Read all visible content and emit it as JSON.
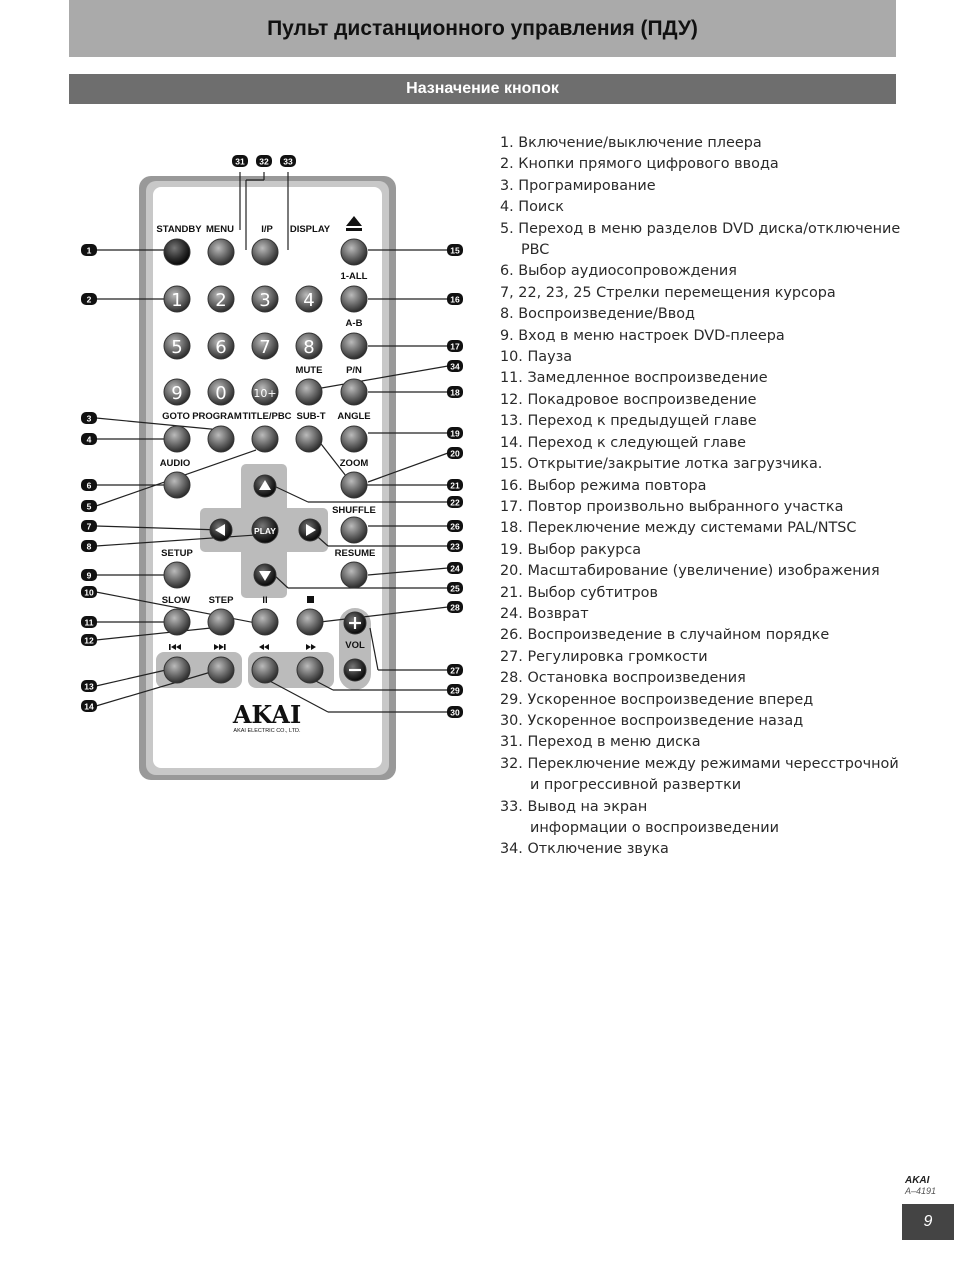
{
  "header": {
    "title": "Пульт дистанционного управления (ПДУ)",
    "subtitle": "Назначение кнопок"
  },
  "remote": {
    "brand": "AKAI",
    "brand_sub": "AKAI ELECTRIC CO., LTD.",
    "labels": {
      "standby": "STANDBY",
      "menu": "MENU",
      "ip": "I/P",
      "display": "DISPLAY",
      "one_all": "1-ALL",
      "ab": "A-B",
      "mute": "MUTE",
      "pn": "P/N",
      "goto": "GOTO",
      "program": "PROGRAM",
      "title_pbc": "TITLE/PBC",
      "subt": "SUB-T",
      "angle": "ANGLE",
      "audio": "AUDIO",
      "zoom": "ZOOM",
      "shuffle": "SHUFFLE",
      "setup": "SETUP",
      "resume": "RESUME",
      "slow": "SLOW",
      "step": "STEP",
      "pause": "II",
      "vol": "VOL",
      "play": "PLAY"
    },
    "digits": [
      "1",
      "2",
      "3",
      "4",
      "5",
      "6",
      "7",
      "8",
      "9",
      "0",
      "10+"
    ],
    "callouts": [
      "1",
      "2",
      "3",
      "4",
      "5",
      "6",
      "7",
      "8",
      "9",
      "10",
      "11",
      "12",
      "13",
      "14",
      "15",
      "16",
      "17",
      "18",
      "19",
      "20",
      "21",
      "22",
      "23",
      "24",
      "25",
      "26",
      "27",
      "28",
      "29",
      "30",
      "31",
      "32",
      "33",
      "34"
    ]
  },
  "list": [
    "1.  Включение/выключение плеера",
    "2.  Кнопки прямого цифрового ввода",
    "3.  Програмирование",
    "4.  Поиск",
    "5.  Переход в меню разделов DVD диска/отключение",
    "PBC",
    "6.  Выбор аудиосопровождения",
    "7, 22, 23, 25  Стрелки перемещения курсора",
    "8.  Воспроизведение/Ввод",
    "9.  Вход в меню настроек DVD-плеера",
    "10.  Пауза",
    "11.  Замедленное воспроизведение",
    "12.  Покадровое воспроизведение",
    "13. Переход к предыдущей главе",
    "14. Переход к следующей главе",
    "15. Открытие/закрытие лотка загрузчика.",
    "16.  Выбор режима повтора",
    "17.  Повтор произвольно выбранного участка",
    "18.  Переключение между системами PAL/NTSC",
    "19. Выбор ракурса",
    "20.  Масштабирование (увеличение) изображения",
    "21.  Выбор субтитров",
    "24.  Возврат",
    "26.  Воспроизведение в случайном порядке",
    "27.  Регулировка громкости",
    "28.  Остановка воспроизведения",
    "29. Ускоренное воспроизведение вперед",
    "30. Ускоренное воспроизведение назад",
    "31.  Переход в меню диска",
    "32.  Переключение  между  режимами  чересстрочной",
    "и прогрессивной развертки",
    "33.  Вывод на экран",
    "информации о воспроизведении",
    "34.  Отключение звука"
  ],
  "footer": {
    "brand": "AKAI",
    "model": "A–4191",
    "page": "9"
  }
}
